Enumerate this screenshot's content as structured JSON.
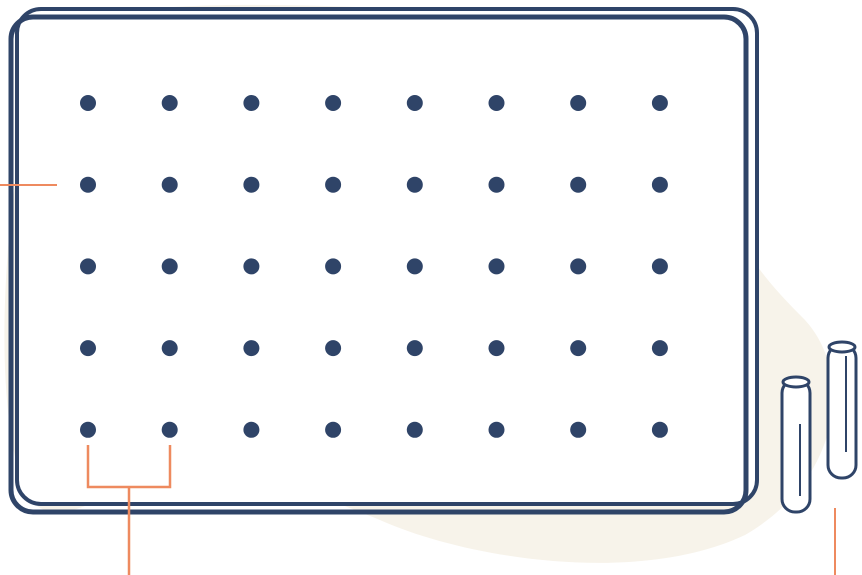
{
  "diagram": {
    "board": {
      "rows": 5,
      "columns": 8,
      "peg_holes": 40
    },
    "pegs": 2,
    "callouts": [
      "peg-row-callout",
      "peg-spacing-callout",
      "peg-callout"
    ],
    "colors": {
      "background_blob": "#f7f3ea",
      "outline": "#2f4468",
      "board_fill": "#ffffff",
      "hole": "#2f4468",
      "callout": "#ee8a5f",
      "peg_fill": "#ffffff"
    }
  }
}
